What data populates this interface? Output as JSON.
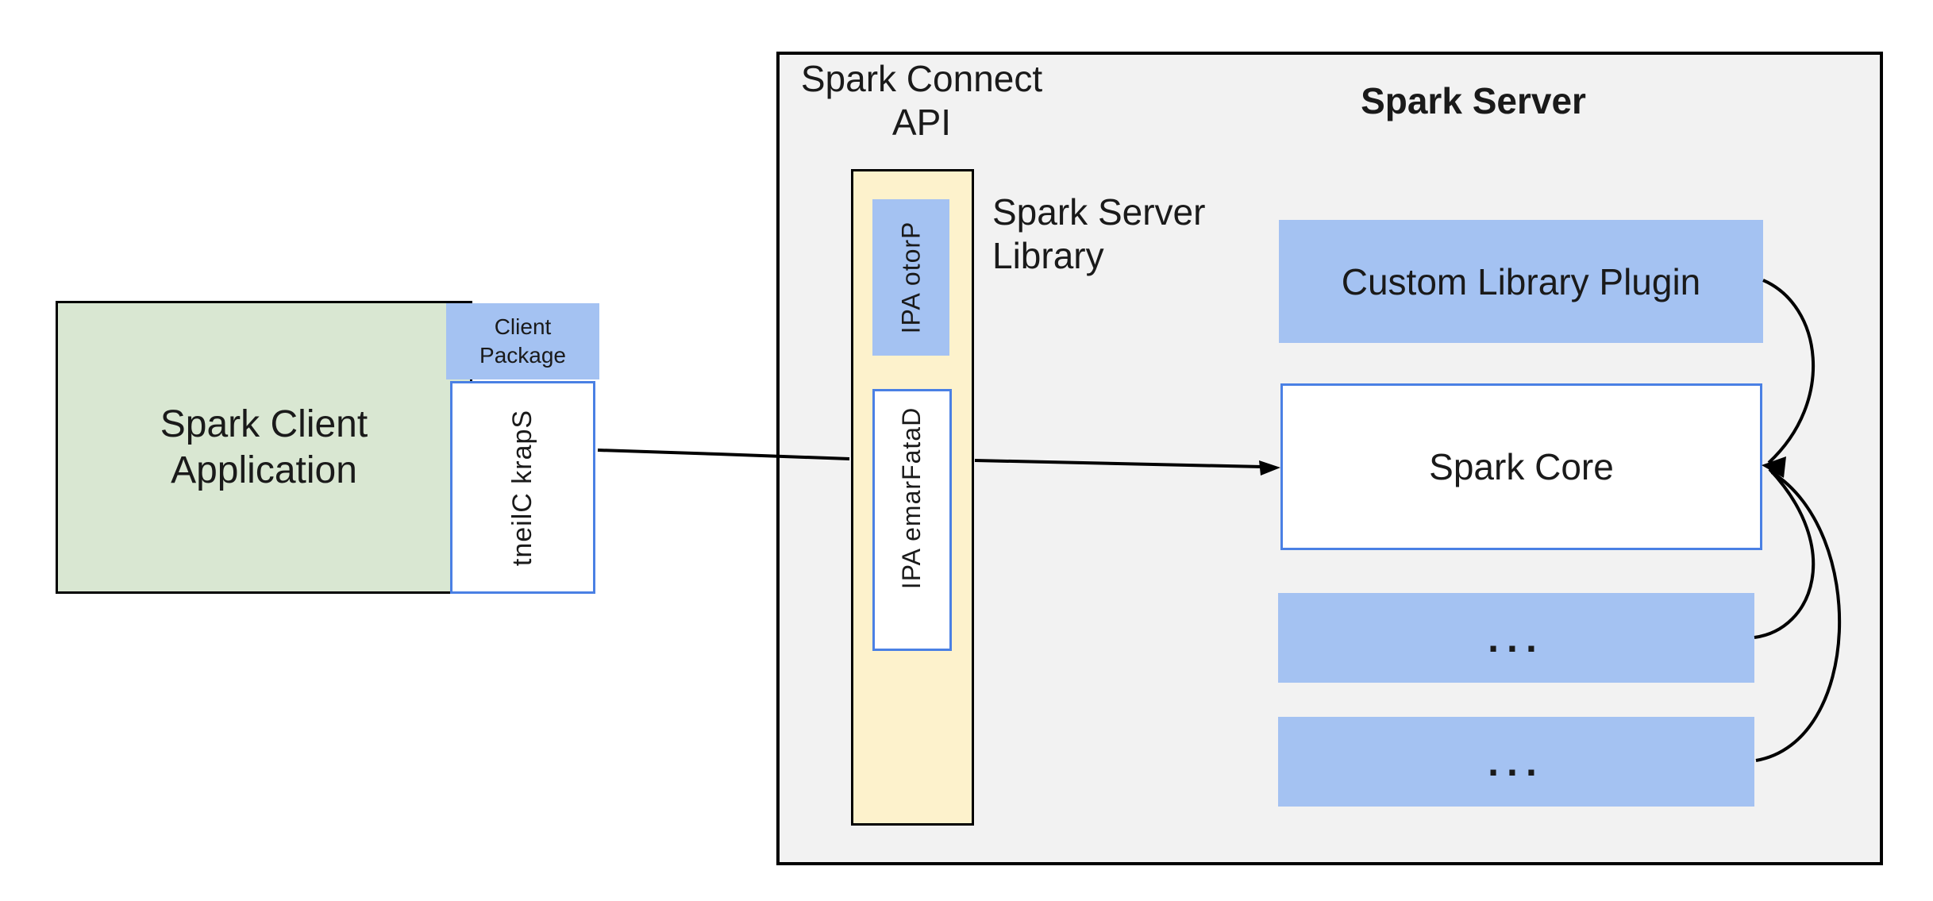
{
  "labels": {
    "spark_connect_api": "Spark Connect\nAPI",
    "spark_server_title": "Spark Server",
    "spark_server_library": "Spark Server\nLibrary",
    "client_app": "Spark Client\nApplication",
    "client_package": "Client\nPackage",
    "spark_client": "Spark Client",
    "proto_api": "Proto API",
    "dataframe_api": "DataFrame API",
    "custom_library_plugin": "Custom Library Plugin",
    "spark_core": "Spark Core",
    "ellipsis_1": "...",
    "ellipsis_2": "..."
  },
  "colors": {
    "page_bg": "#ffffff",
    "server_panel_bg": "#f2f2f2",
    "panel_border": "#000000",
    "blue_fill": "#a4c2f2",
    "blue_border": "#4a80e4",
    "green_fill": "#d9e7d2",
    "cream_fill": "#fdf2cc",
    "text": "#1a1a1a",
    "arrow": "#000000"
  }
}
